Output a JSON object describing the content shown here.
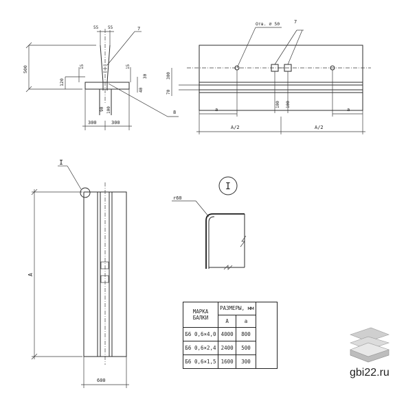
{
  "section": {
    "dims": {
      "top_55_left": "55",
      "top_55_right": "55",
      "height_500": "500",
      "d_15_left": "15",
      "d_15_right": "15",
      "d_120": "120",
      "d_30": "30",
      "d_40": "40",
      "d_90": "90",
      "d_100": "100",
      "d_8": "8",
      "base_left": "300",
      "base_right": "300"
    },
    "callout": "7"
  },
  "elevation": {
    "callout_hole": "Отв. ∅ 50",
    "callout_part": "7",
    "dims": {
      "d_300": "300",
      "d_70": "70",
      "d_100a": "100",
      "d_100b": "100",
      "a_left": "a",
      "a_right": "a",
      "half_left": "A/2",
      "half_right": "A/2"
    }
  },
  "plan": {
    "node_label": "I",
    "length": "A",
    "width": "600"
  },
  "detail": {
    "label": "I",
    "radius": "r60"
  },
  "table": {
    "header_mark": "МАРКА БАЛКИ",
    "header_sizes": "РАЗМЕРЫ, мм",
    "col_a": "A",
    "col_b": "a",
    "rows": [
      {
        "mark": "Б6 0,6×4,0",
        "a_big": "4000",
        "a_small": "800"
      },
      {
        "mark": "Б6 0,6×2,4",
        "a_big": "2400",
        "a_small": "500"
      },
      {
        "mark": "Б6 0,6×1,5",
        "a_big": "1600",
        "a_small": "300"
      }
    ]
  },
  "watermark": "gbi22.ru"
}
